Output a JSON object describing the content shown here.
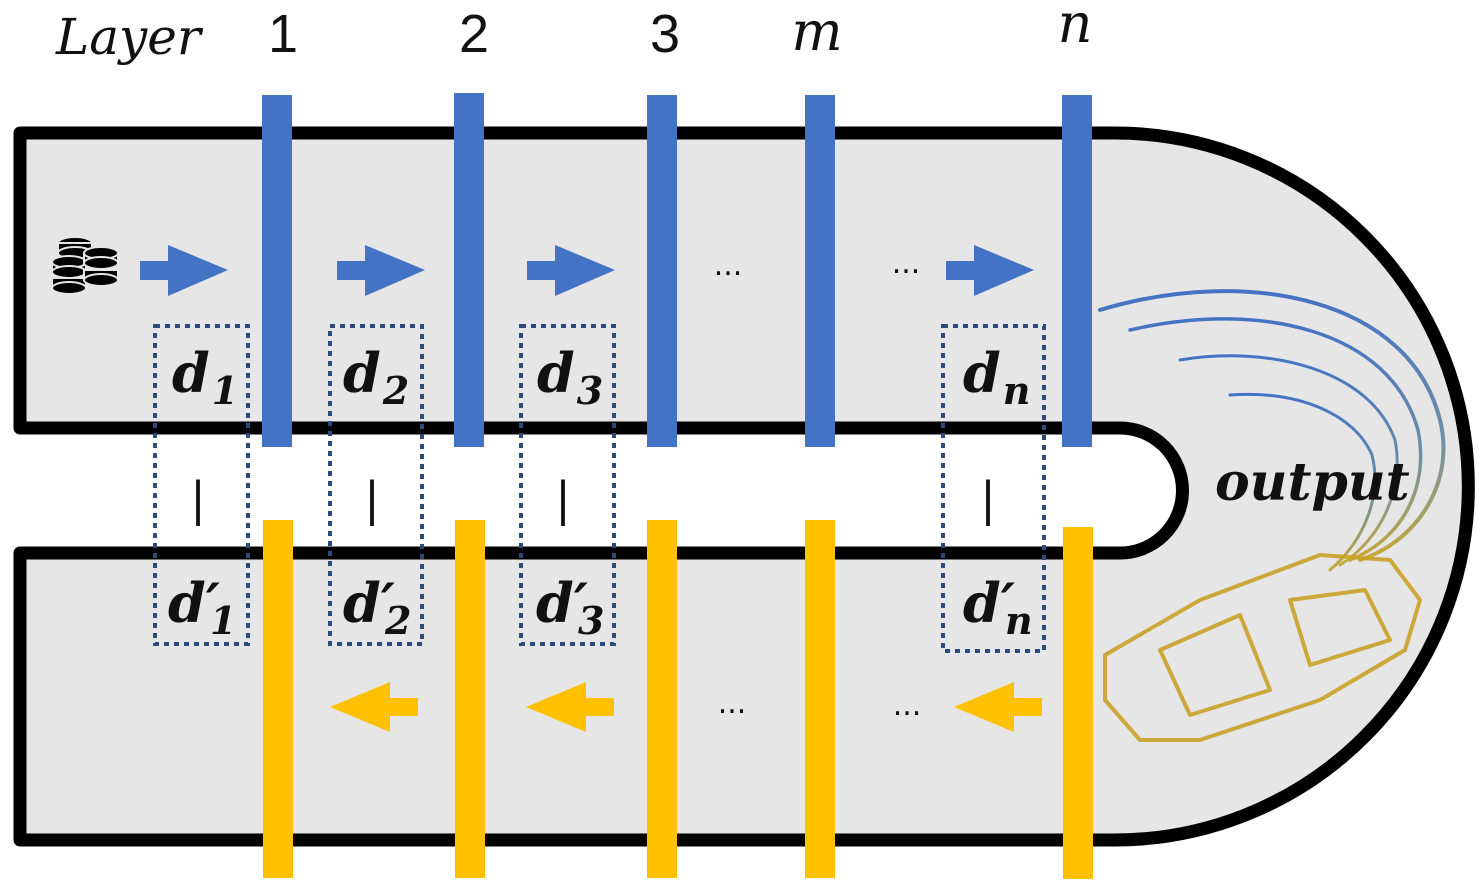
{
  "header": {
    "layer_word": "Layer",
    "layer_labels": [
      "1",
      "2",
      "3",
      "m",
      "n"
    ]
  },
  "forward": {
    "ellipsis_1": "...",
    "ellipsis_2": "..."
  },
  "backward": {
    "ellipsis_1": "...",
    "ellipsis_2": "..."
  },
  "pairs": [
    {
      "top": "d",
      "top_sub": "1",
      "bottom": "d′",
      "bottom_sub": "1",
      "separator": "|"
    },
    {
      "top": "d",
      "top_sub": "2",
      "bottom": "d′",
      "bottom_sub": "2",
      "separator": "|"
    },
    {
      "top": "d",
      "top_sub": "3",
      "bottom": "d′",
      "bottom_sub": "3",
      "separator": "|"
    },
    {
      "top": "d",
      "top_sub": "n",
      "bottom": "d′",
      "bottom_sub": "n",
      "separator": "|"
    }
  ],
  "output_label": "output",
  "icons": [
    "database-icon",
    "lidar-scan-icon",
    "car-icon"
  ],
  "colors": {
    "forward": "#4472C4",
    "backward": "#FFC000",
    "track": "#e6e6e6",
    "outline": "#000000",
    "dotted_box": "#2E4A7D"
  }
}
